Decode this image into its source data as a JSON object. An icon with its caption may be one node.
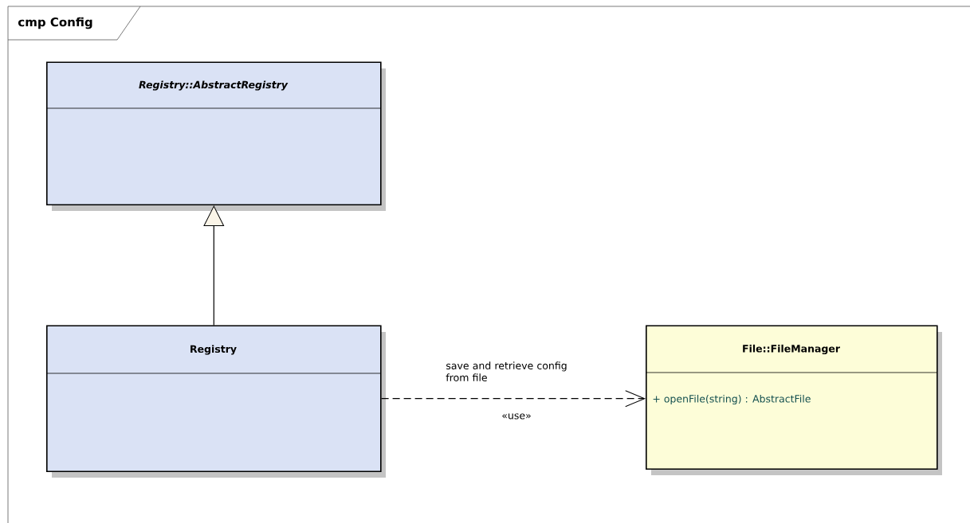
{
  "diagram": {
    "title": "cmp Config",
    "nodes": [
      {
        "text": [
          "Registry::AbstractRegistry"
        ]
      },
      {
        "text": [
          "Registry"
        ]
      },
      {
        "text": [
          "File::FileManager",
          "+ openFile(string) : AbstractFile"
        ]
      }
    ],
    "edges": [
      {
        "from": 1,
        "to": 0,
        "arrow": "to"
      },
      {
        "from": 1,
        "to": 2,
        "arrow": "to",
        "style": "dashed",
        "label": "save and retrieve config from file"
      }
    ],
    "labels": [
      "«use»"
    ]
  }
}
